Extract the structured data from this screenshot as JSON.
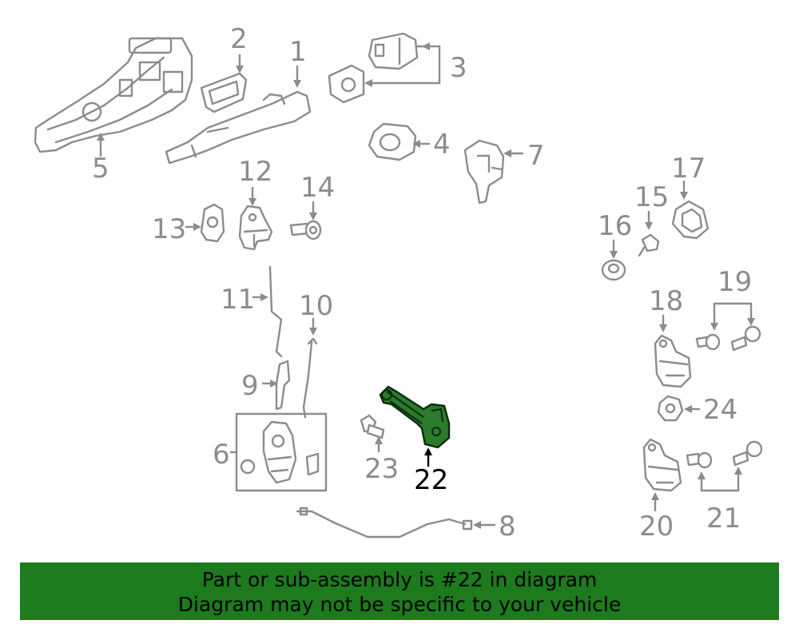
{
  "diagram": {
    "callouts": [
      {
        "id": "1",
        "label": "1"
      },
      {
        "id": "2",
        "label": "2"
      },
      {
        "id": "3",
        "label": "3"
      },
      {
        "id": "4",
        "label": "4"
      },
      {
        "id": "5",
        "label": "5"
      },
      {
        "id": "6",
        "label": "6"
      },
      {
        "id": "7",
        "label": "7"
      },
      {
        "id": "8",
        "label": "8"
      },
      {
        "id": "9",
        "label": "9"
      },
      {
        "id": "10",
        "label": "10"
      },
      {
        "id": "11",
        "label": "11"
      },
      {
        "id": "12",
        "label": "12"
      },
      {
        "id": "13",
        "label": "13"
      },
      {
        "id": "14",
        "label": "14"
      },
      {
        "id": "15",
        "label": "15"
      },
      {
        "id": "16",
        "label": "16"
      },
      {
        "id": "17",
        "label": "17"
      },
      {
        "id": "18",
        "label": "18"
      },
      {
        "id": "19",
        "label": "19"
      },
      {
        "id": "20",
        "label": "20"
      },
      {
        "id": "21",
        "label": "21"
      },
      {
        "id": "22",
        "label": "22"
      },
      {
        "id": "23",
        "label": "23"
      },
      {
        "id": "24",
        "label": "24"
      }
    ],
    "highlighted_part": "22",
    "colors": {
      "part_stroke": "#8c8c8c",
      "highlight_fill": "#2c7a2c",
      "banner_bg": "#1d7a1d"
    }
  },
  "banner": {
    "line1": "Part or sub-assembly is #22 in diagram",
    "line2": "Diagram may not be specific to your vehicle"
  }
}
